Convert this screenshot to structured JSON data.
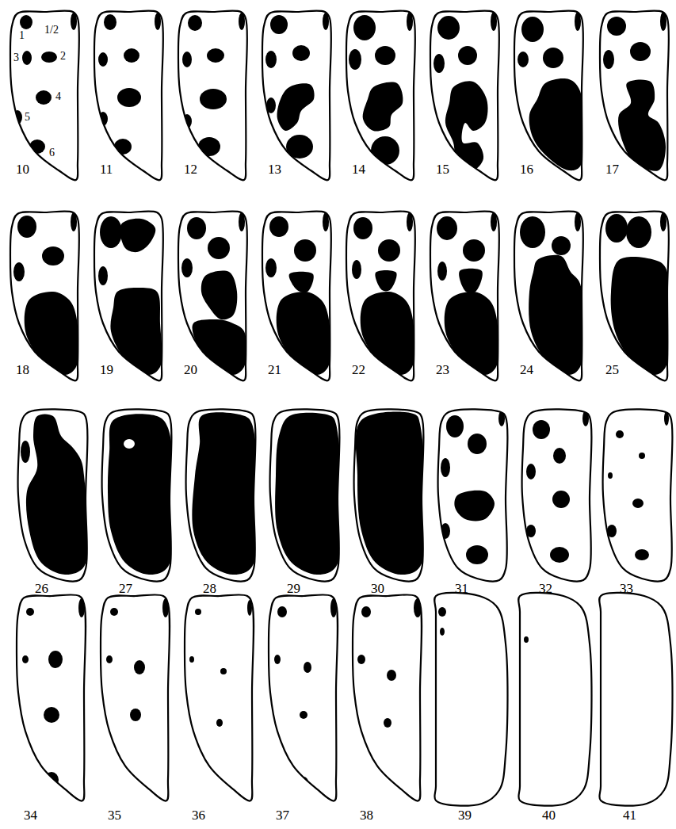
{
  "diagram": {
    "labels": [
      "1/2",
      "1",
      "3",
      "2",
      "4",
      "5",
      "6",
      "10",
      "11",
      "12",
      "13",
      "14",
      "15",
      "16",
      "17",
      "18",
      "19",
      "20",
      "21",
      "22",
      "23",
      "24",
      "25",
      "26",
      "27",
      "28",
      "29",
      "30",
      "31",
      "32",
      "33",
      "34",
      "35",
      "36",
      "37",
      "38",
      "39",
      "40",
      "41"
    ]
  }
}
